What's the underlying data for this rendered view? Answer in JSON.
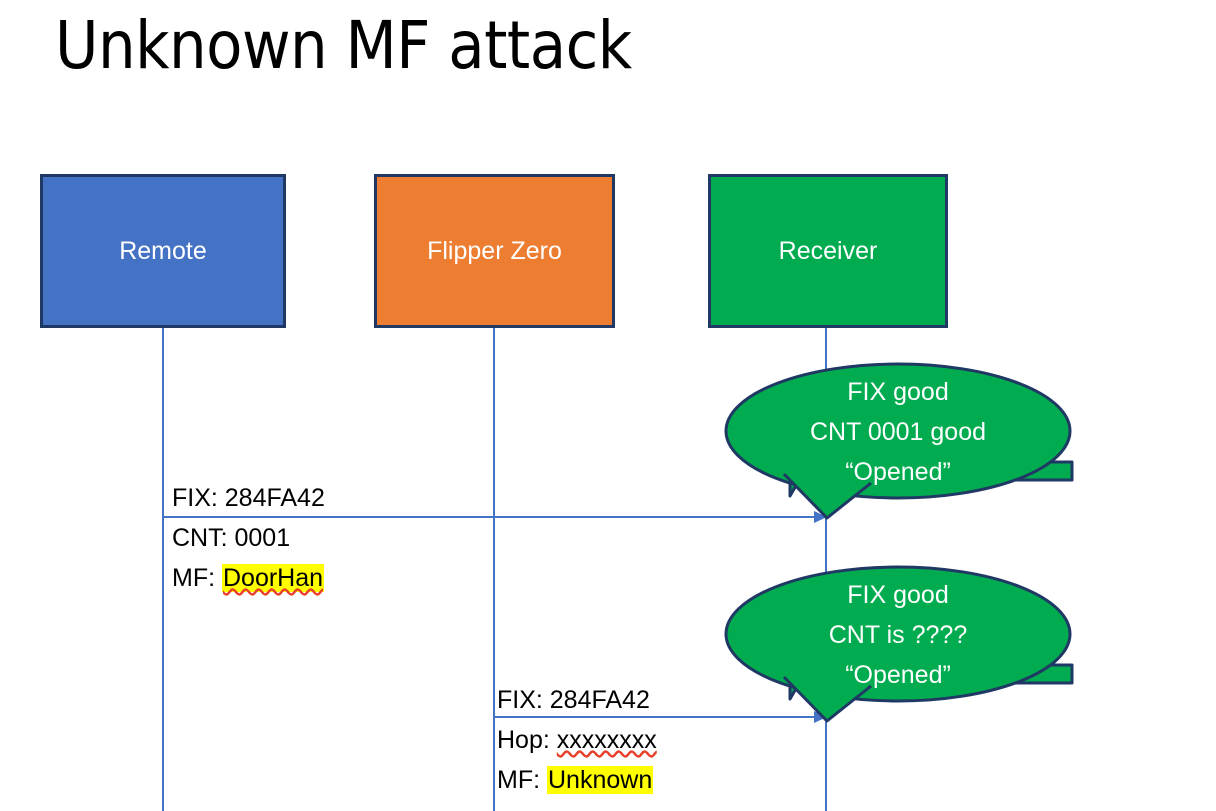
{
  "slide": {
    "title": "Unknown MF attack",
    "background": "#FFFFFF"
  },
  "colors": {
    "remote_fill": "#4472C4",
    "flipper_fill": "#ED7D31",
    "receiver_fill": "#00AC4F",
    "box_border": "#1F3864",
    "lifeline": "#4472C4",
    "arrow": "#4472C4",
    "highlight": "#FFFF00",
    "spellcheck_underline": "#E8402A",
    "callout_fill": "#00AC4F",
    "callout_border": "#1F3864",
    "callout_text": "#FFFFFF"
  },
  "actors": [
    {
      "id": "remote",
      "label": "Remote"
    },
    {
      "id": "flipper",
      "label": "Flipper Zero"
    },
    {
      "id": "receiver",
      "label": "Receiver"
    }
  ],
  "messages": [
    {
      "id": "msg1",
      "from": "remote",
      "to": "receiver",
      "line1": "FIX: 284FA42",
      "line2_prefix": "CNT: 0001",
      "line3_prefix": "MF: ",
      "line3_value": "DoorHan",
      "line3_highlighted": true,
      "line3_spellchecked": true
    },
    {
      "id": "msg2",
      "from": "flipper",
      "to": "receiver",
      "line1": "FIX: 284FA42",
      "line2_prefix": "Hop: ",
      "line2_value": "xxxxxxxx",
      "line2_spellchecked": true,
      "line3_prefix": "MF: ",
      "line3_value": "Unknown",
      "line3_highlighted": true
    }
  ],
  "callouts": [
    {
      "id": "callout-1",
      "line1": "FIX good",
      "line2": "CNT 0001 good",
      "line3": "“Opened”"
    },
    {
      "id": "callout-2",
      "line1": "FIX good",
      "line2": "CNT is ????",
      "line3": "“Opened”"
    }
  ]
}
